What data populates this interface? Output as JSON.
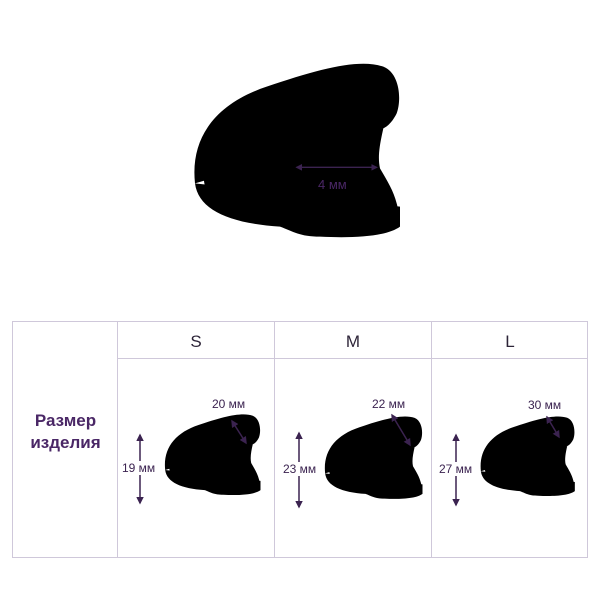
{
  "main_figure": {
    "gap_label": "4 мм"
  },
  "table": {
    "row_label_line1": "Размер",
    "row_label_line2": "изделия",
    "sizes": [
      {
        "name": "S",
        "height": "19 мм",
        "width": "20 мм"
      },
      {
        "name": "M",
        "height": "23 мм",
        "width": "22 мм"
      },
      {
        "name": "L",
        "height": "27 мм",
        "width": "30 мм"
      }
    ]
  },
  "colors": {
    "outline": "#5a4466",
    "accent": "#4a2766",
    "border": "#cfc8da"
  }
}
